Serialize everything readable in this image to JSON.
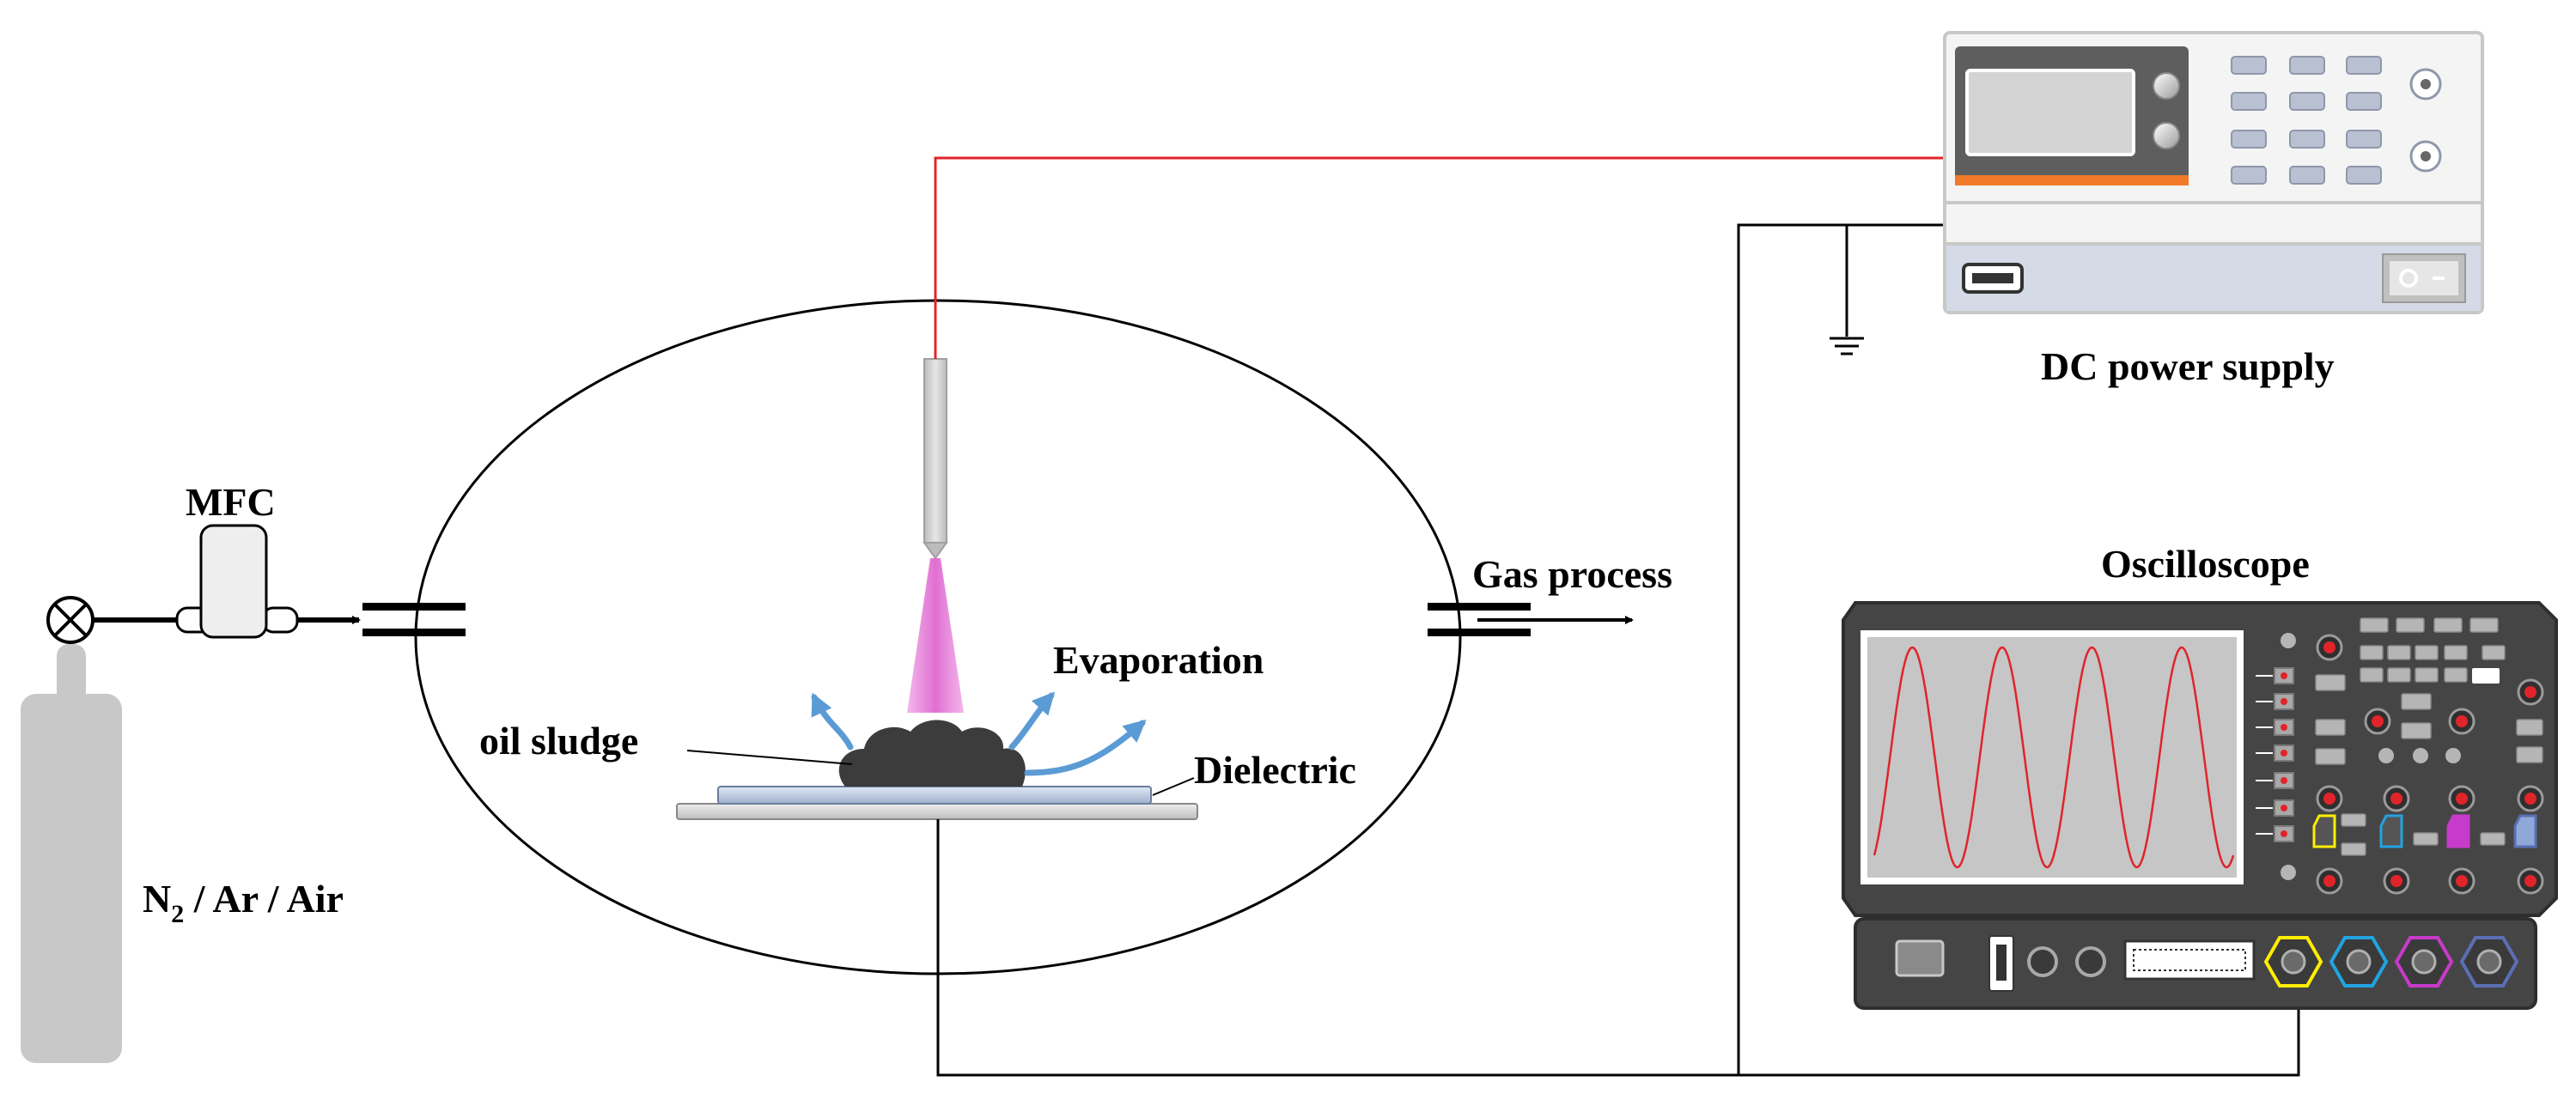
{
  "labels": {
    "mfc": "MFC",
    "gas_cylinder_n2": "N",
    "gas_cylinder_sub": "2",
    "gas_cylinder_rest": " / Ar / Air",
    "gas_process": "Gas process",
    "evaporation": "Evaporation",
    "oil_sludge": "oil sludge",
    "dielectric": "Dielectric",
    "dc_power_supply": "DC power supply",
    "oscilloscope": "Oscilloscope"
  },
  "colors": {
    "hv_wire": "#e0242a",
    "ground_wire": "#000000",
    "plasma": "#e58ad8",
    "vapor_arrows": "#5b9bd5",
    "cylinder": "#c8c8c8",
    "sludge": "#3c3c3c",
    "trace": "#e0242a",
    "channel_1": "#ffee00",
    "channel_2": "#22a3e0",
    "channel_3": "#c63bc9",
    "channel_4": "#5a6fb4",
    "psu_accent": "#f07a2a"
  },
  "icons": {
    "valve": "valve-icon",
    "ground": "ground-icon",
    "usb": "usb-port-icon",
    "power_switch": "power-switch-icon"
  }
}
